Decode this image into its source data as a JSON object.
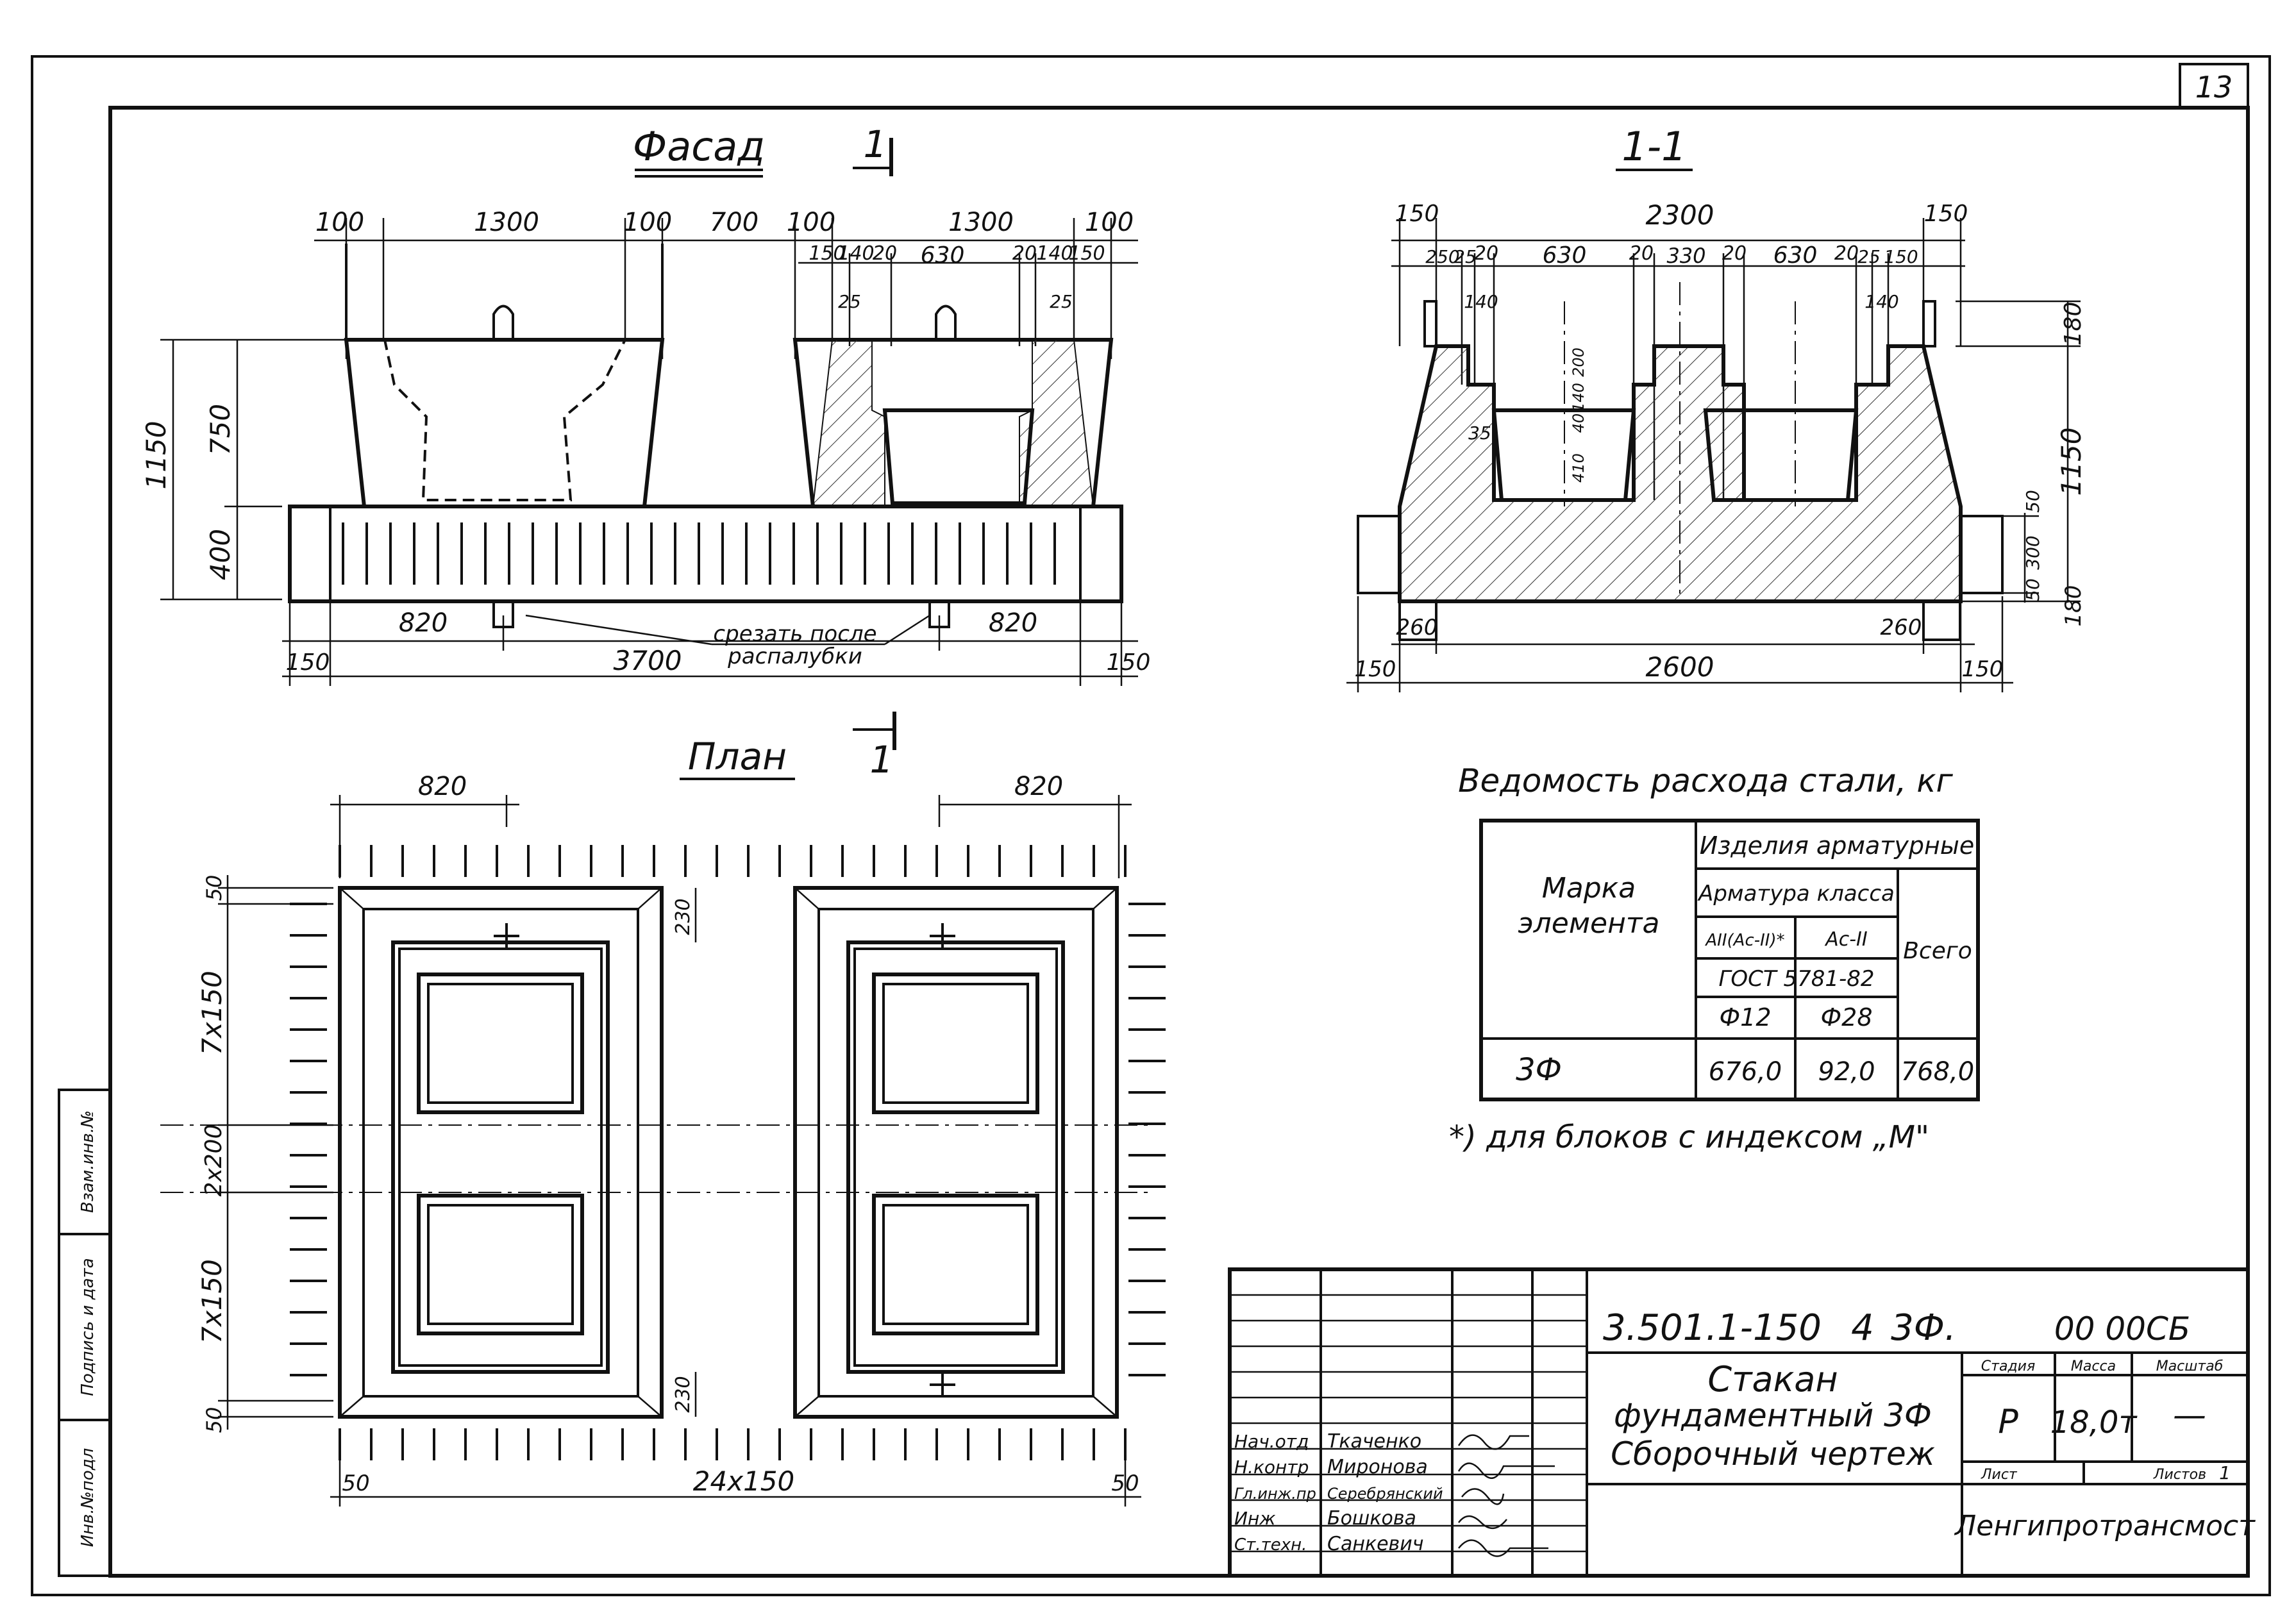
{
  "sheet": {
    "number": "13"
  },
  "side_stamp": {
    "inv_orig": "Инв.№подл",
    "sign_date": "Подпись и дата",
    "inv_repl": "Взам.инв.№"
  },
  "facade": {
    "title": "Фасад",
    "section_mark": "1",
    "dims_top": [
      "100",
      "1300",
      "100",
      "700",
      "100",
      "1300",
      "100"
    ],
    "dims_inner": [
      "150",
      "140",
      "20",
      "630",
      "20",
      "140",
      "150"
    ],
    "dims_small": [
      "25",
      "25"
    ],
    "dims_left": [
      "1150",
      "750",
      "400"
    ],
    "dims_bottom": [
      "820",
      "820",
      "150",
      "3700",
      "150"
    ],
    "note_line1": "срезать после",
    "note_line2": "распалубки"
  },
  "section": {
    "title": "1-1",
    "dims_top": [
      "150",
      "2300",
      "150"
    ],
    "dims_inner": [
      "250",
      "25",
      "20",
      "630",
      "20",
      "330",
      "20",
      "630",
      "20",
      "25",
      "150"
    ],
    "dims_small": [
      "140",
      "140",
      "35"
    ],
    "dims_socket": [
      "200",
      "140",
      "40",
      "410"
    ],
    "dims_right": [
      "180",
      "1150",
      "50",
      "300",
      "50",
      "180"
    ],
    "dims_bottom": [
      "260",
      "260",
      "150",
      "2600",
      "150"
    ]
  },
  "plan": {
    "title": "План",
    "section_mark": "1",
    "dims_top": [
      "820",
      "820"
    ],
    "dims_left": [
      "50",
      "7x150",
      "2x200",
      "7x150",
      "50"
    ],
    "dims_inner": [
      "230",
      "230"
    ],
    "dims_bottom": [
      "50",
      "24x150",
      "50"
    ]
  },
  "steel_table": {
    "title": "Ведомость расхода стали, кг",
    "head_mark_1": "Марка",
    "head_mark_2": "элемента",
    "head_group": "Изделия арматурные",
    "head_class": "Арматура класса",
    "head_col1": "AII(Ac-II)*",
    "head_col2": "Ac-II",
    "head_gost": "ГОСТ 5781-82",
    "head_d1": "Ф12",
    "head_d2": "Ф28",
    "head_total": "Всего",
    "row_mark": "3Ф",
    "row_v1": "676,0",
    "row_v2": "92,0",
    "row_total": "768,0",
    "footnote": "*) для блоков с индексом „М\""
  },
  "title_block": {
    "code": "3.501.1-150",
    "issue": "4",
    "mark": "3Ф.",
    "doc_suffix": "00 00СБ",
    "name_1": "Стакан",
    "name_2": "фундаментный 3Ф",
    "name_3": "Сборочный чертеж",
    "stage_label": "Стадия",
    "mass_label": "Масса",
    "scale_label": "Масштаб",
    "stage": "Р",
    "mass": "18,0т",
    "scale": "—",
    "sheet_label": "Лист",
    "sheets_label": "Листов",
    "sheets_count": "1",
    "org": "Ленгипротрансмост",
    "roles": [
      "Нач.отд",
      "Н.контр",
      "Гл.инж.пр",
      "Инж",
      "Ст.техн."
    ],
    "names": [
      "Ткаченко",
      "Миронова",
      "Серебрянский",
      "Бошкова",
      "Санкевич"
    ]
  }
}
